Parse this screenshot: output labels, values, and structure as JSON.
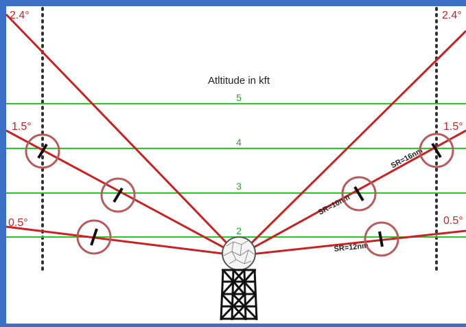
{
  "title": "Atltitude in kft",
  "altitude_labels": [
    "5",
    "4",
    "3",
    "2"
  ],
  "angle_labels": {
    "left_top": "2.4°",
    "left_mid": "1.5°",
    "left_low": "0.5°",
    "right_top": "2.4°",
    "right_mid": "1.5°",
    "right_low": "0.5°"
  },
  "slant_range_labels": {
    "sr16": "SR=16nm",
    "sr10": "SR=10nm",
    "sr12": "SR=12nm"
  },
  "colors": {
    "frame": "#3b6fc6",
    "background": "#ffffff",
    "altitude_line": "#22cc22",
    "beam": "#cc1f1f",
    "marker_circle": "#b85a5a",
    "angle_text": "#cc1f1f",
    "dots": "#333333"
  }
}
